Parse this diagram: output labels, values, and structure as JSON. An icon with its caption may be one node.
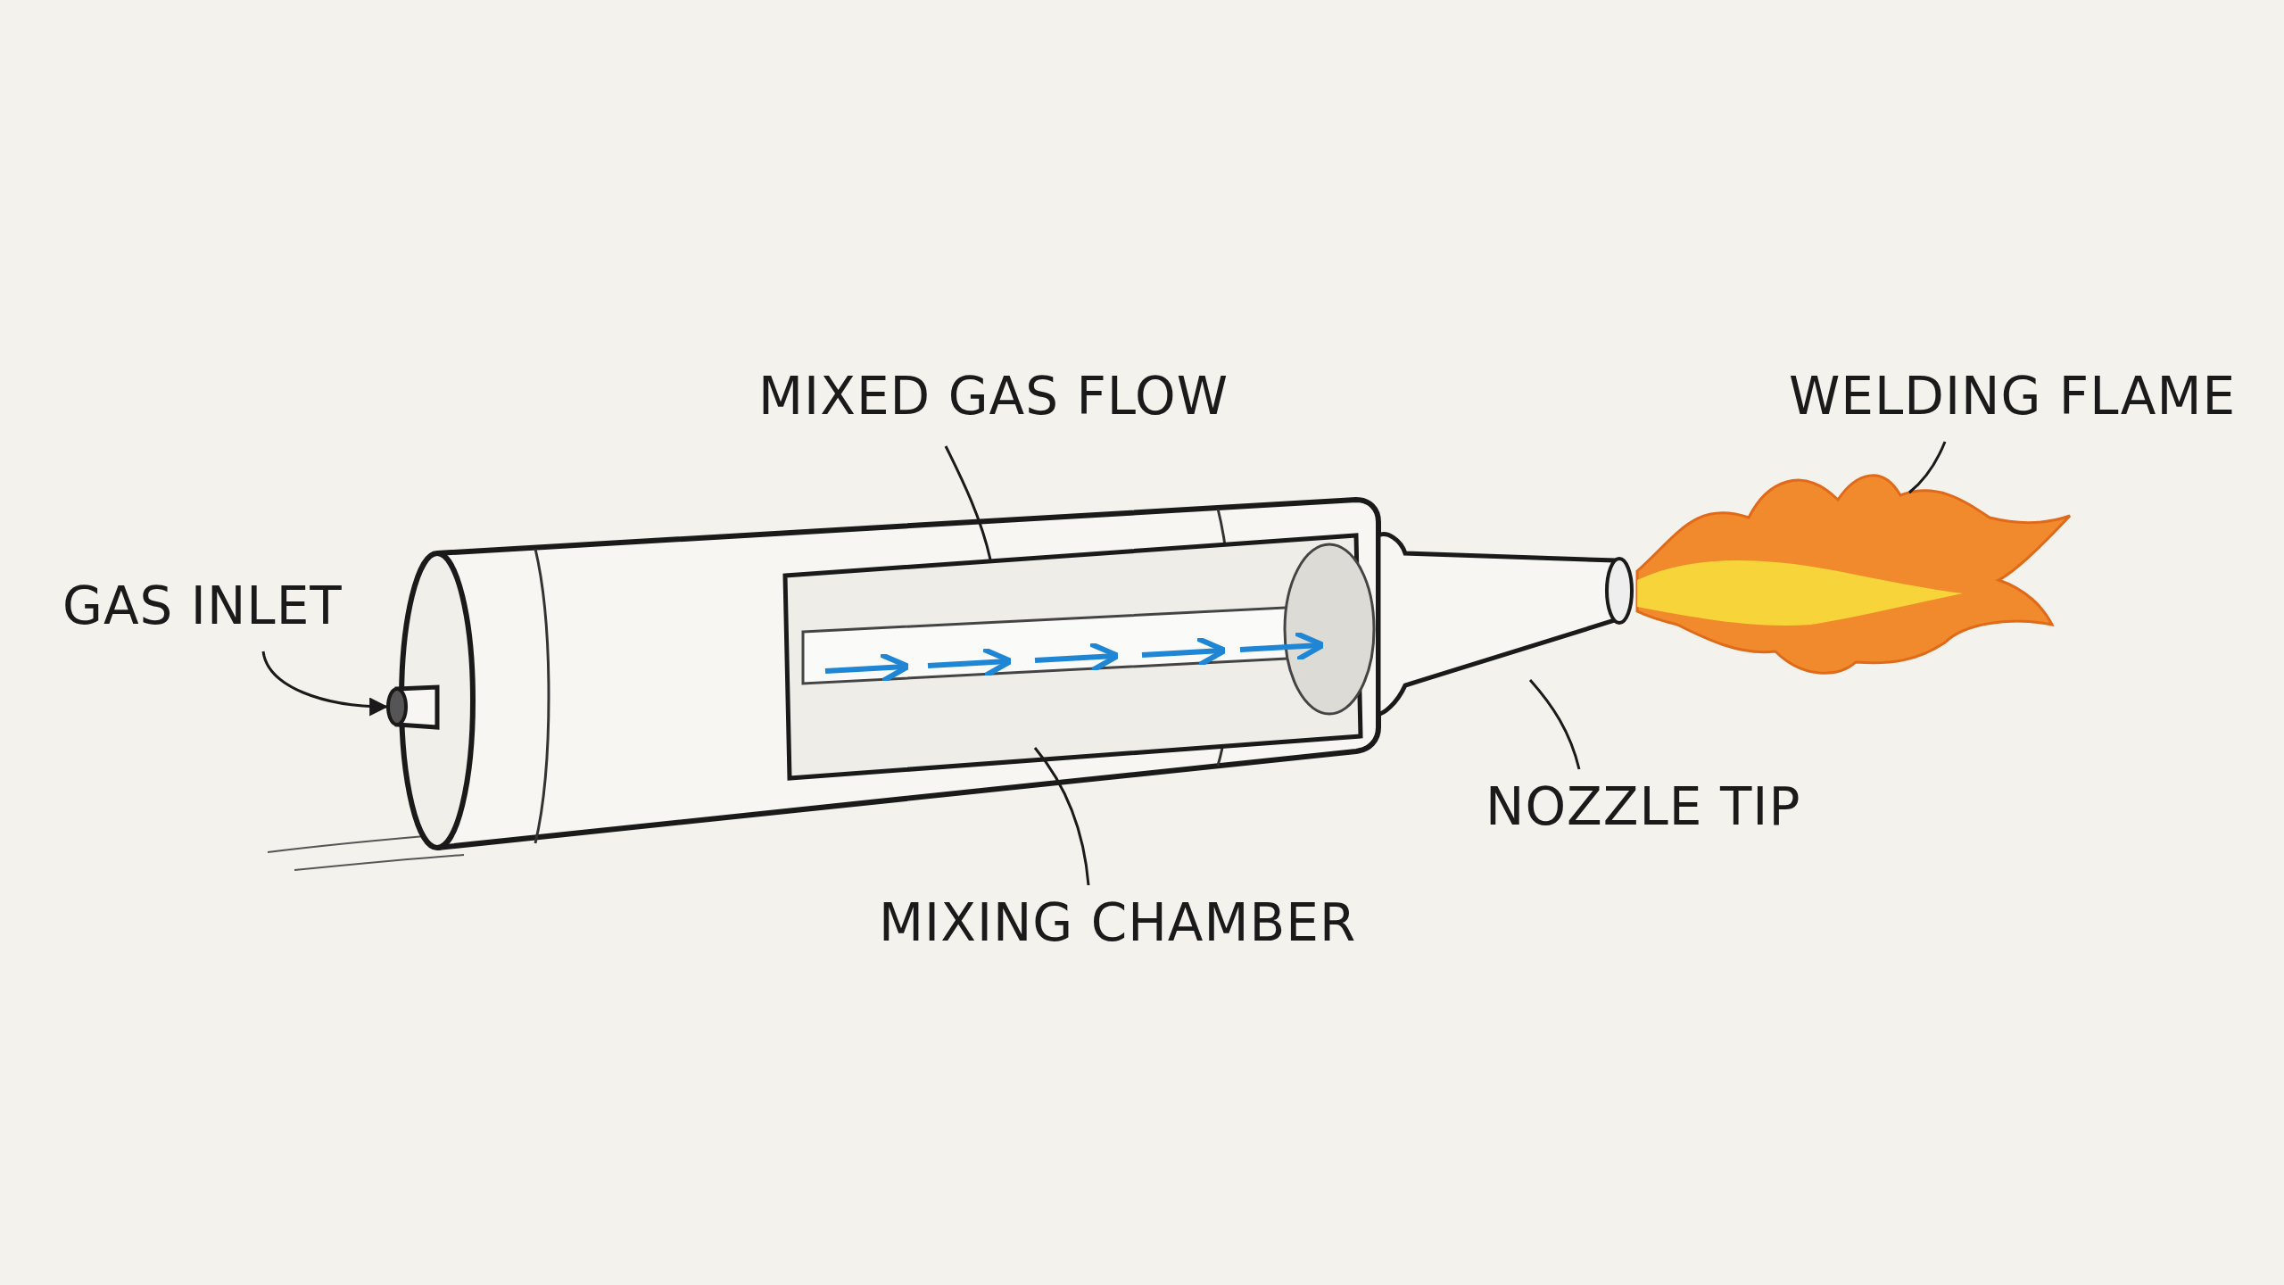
{
  "diagram": {
    "nodes": [
      {
        "text": [
          "GAS INLET"
        ]
      },
      {
        "text": [],
        "shape": "cylinder"
      },
      {
        "text": [
          "MIXED GAS FLOW"
        ]
      },
      {
        "text": [],
        "shape": "box",
        "in": 9
      },
      {
        "text": [
          "WELDING FLAME"
        ]
      },
      {
        "text": [],
        "shape": "picture"
      },
      {
        "text": [
          "NOZZLE TIP"
        ]
      },
      {
        "text": [],
        "shape": "cone"
      },
      {
        "text": [
          "MIXING CHAMBER"
        ]
      },
      {
        "text": [],
        "shape": "cylinder"
      }
    ],
    "edges": [
      {
        "from": 0,
        "to": 1,
        "arrow": "to"
      },
      {
        "from": 2,
        "to": 3,
        "arrow": "none"
      },
      {
        "from": 4,
        "to": 5,
        "arrow": "none"
      },
      {
        "from": 6,
        "to": 7,
        "arrow": "none"
      },
      {
        "from": 8,
        "to": 9,
        "arrow": "none"
      }
    ]
  }
}
